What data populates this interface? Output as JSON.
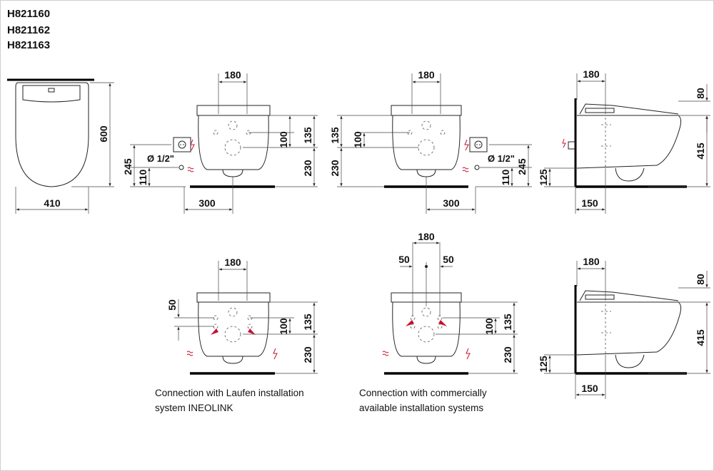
{
  "models": [
    "H821160",
    "H821162",
    "H821163"
  ],
  "top_view": {
    "width": "410",
    "depth": "600"
  },
  "view_right": {
    "width": "180",
    "outlet_distance": "300",
    "heights": [
      "135",
      "100",
      "230"
    ],
    "inlet": [
      "245",
      "110"
    ],
    "pipe": "Ø 1/2\""
  },
  "view_left": {
    "width": "180",
    "outlet_distance": "300",
    "heights": [
      "135",
      "100",
      "230"
    ],
    "inlet": [
      "245",
      "110"
    ],
    "pipe": "Ø 1/2\""
  },
  "side_view_top": {
    "width": "180",
    "top": "80",
    "height": "415",
    "floor": "125",
    "wall": "150"
  },
  "ineolink_view": {
    "width": "180",
    "offset": "50",
    "heights": [
      "135",
      "100",
      "230"
    ]
  },
  "commercial_view": {
    "width": "180",
    "offsets": [
      "50",
      "50"
    ],
    "heights": [
      "135",
      "100",
      "230"
    ]
  },
  "side_view_bottom": {
    "width": "180",
    "top": "80",
    "height": "415",
    "floor": "125",
    "wall": "150"
  },
  "captions": {
    "ineolink": [
      "Connection with Laufen installation",
      "system INEOLINK"
    ],
    "commercial": [
      "Connection with commercially",
      "available installation systems"
    ]
  },
  "colors": {
    "accent": "#c8102e",
    "line": "#222222"
  }
}
